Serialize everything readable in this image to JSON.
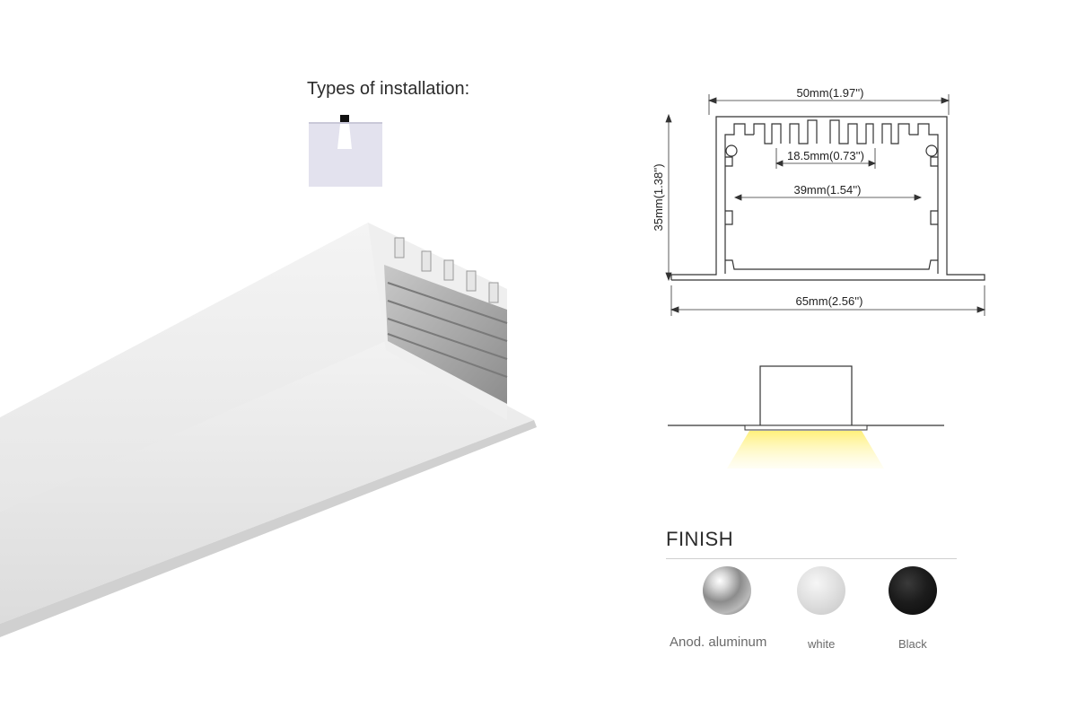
{
  "installation": {
    "title": "Types of installation:"
  },
  "profile": {
    "dim_width_top": "50mm(1.97'')",
    "dim_channel": "18.5mm(0.73'')",
    "dim_inner": "39mm(1.54'')",
    "dim_height": "35mm(1.38'')",
    "dim_width_bottom": "65mm(2.56'')"
  },
  "finish": {
    "title": "FINISH",
    "options": [
      {
        "label": "Anod. aluminum",
        "color": "#a0a0a0"
      },
      {
        "label": "white",
        "color": "#e0e0e0"
      },
      {
        "label": "Black",
        "color": "#111111"
      }
    ]
  },
  "colors": {
    "light_beam": "#fff3a0",
    "line": "#333333"
  }
}
